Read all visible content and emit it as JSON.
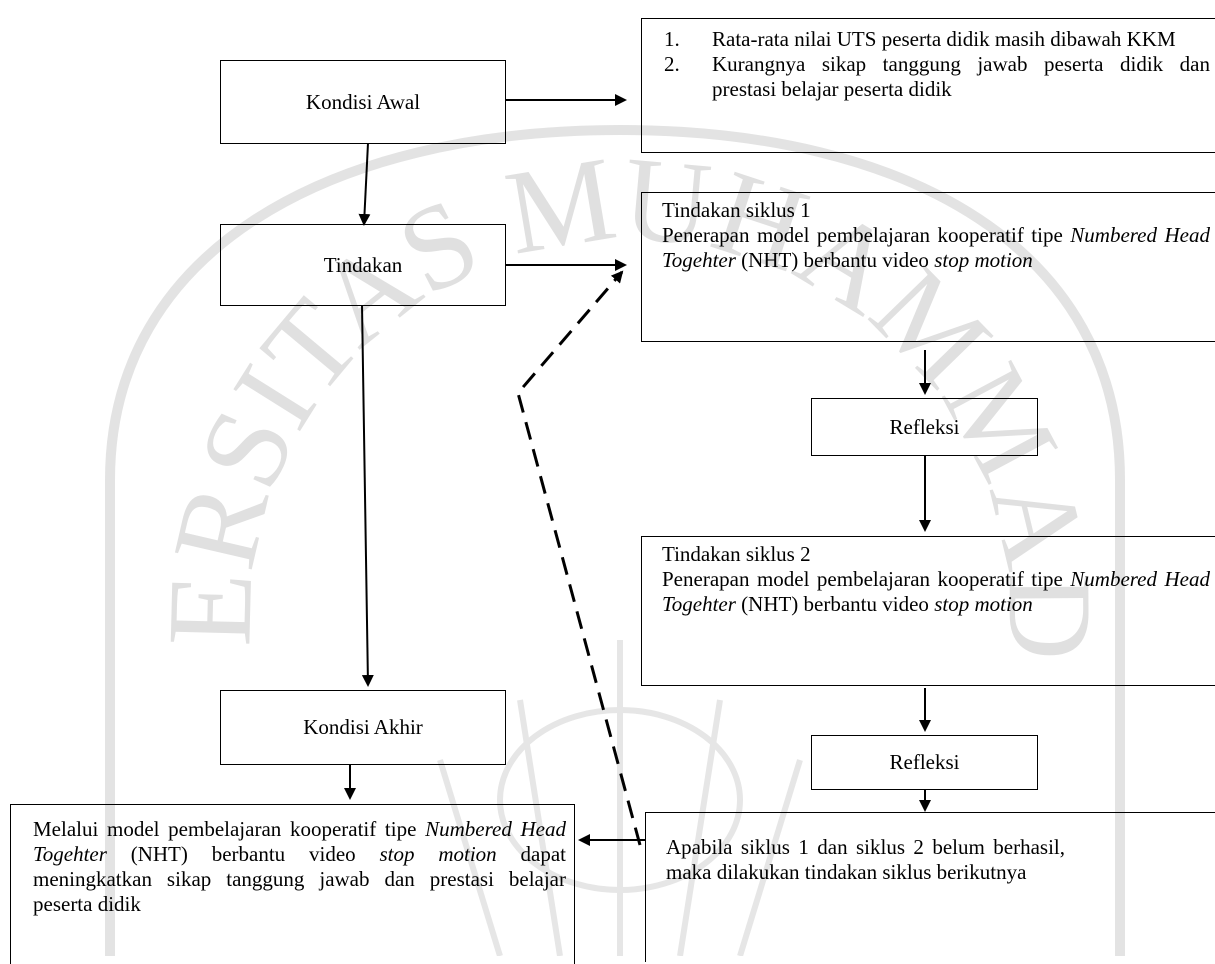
{
  "kondisi_awal": {
    "label": "Kondisi Awal",
    "items": [
      {
        "num": "1.",
        "text": "Rata-rata nilai UTS peserta didik masih dibawah KKM"
      },
      {
        "num": "2.",
        "text": "Kurangnya sikap tanggung jawab peserta didik dan prestasi belajar peserta didik"
      }
    ]
  },
  "tindakan": {
    "label": "Tindakan",
    "siklus1": {
      "title": "Tindakan siklus 1",
      "text_a": "Penerapan model pembelajaran kooperatif tipe ",
      "italic_a": "Numbered Head Togehter",
      "text_b": " (NHT) berbantu video ",
      "italic_b": "stop motion"
    },
    "refleksi1": "Refleksi",
    "siklus2": {
      "title": "Tindakan siklus 2",
      "text_a": "Penerapan model pembelajaran kooperatif tipe ",
      "italic_a": "Numbered Head Togehter",
      "text_b": " (NHT) berbantu video ",
      "italic_b": "stop motion"
    },
    "refleksi2": "Refleksi"
  },
  "lanjutan": "Apabila siklus 1 dan siklus 2 belum berhasil, maka dilakukan tindakan siklus berikutnya",
  "kondisi_akhir": {
    "label": "Kondisi Akhir",
    "text_a": "Melalui model pembelajaran kooperatif tipe ",
    "italic_a": "Numbered Head Togehter",
    "text_b": " (NHT) berbantu video ",
    "italic_b": "stop motion",
    "text_c": " dapat meningkatkan sikap tanggung jawab dan prestasi belajar peserta didik"
  },
  "watermark": {
    "text": "UNIVERSITAS MUHAMMADIYAH",
    "color": "#d9d9d9",
    "icon": "university-seal-icon"
  }
}
